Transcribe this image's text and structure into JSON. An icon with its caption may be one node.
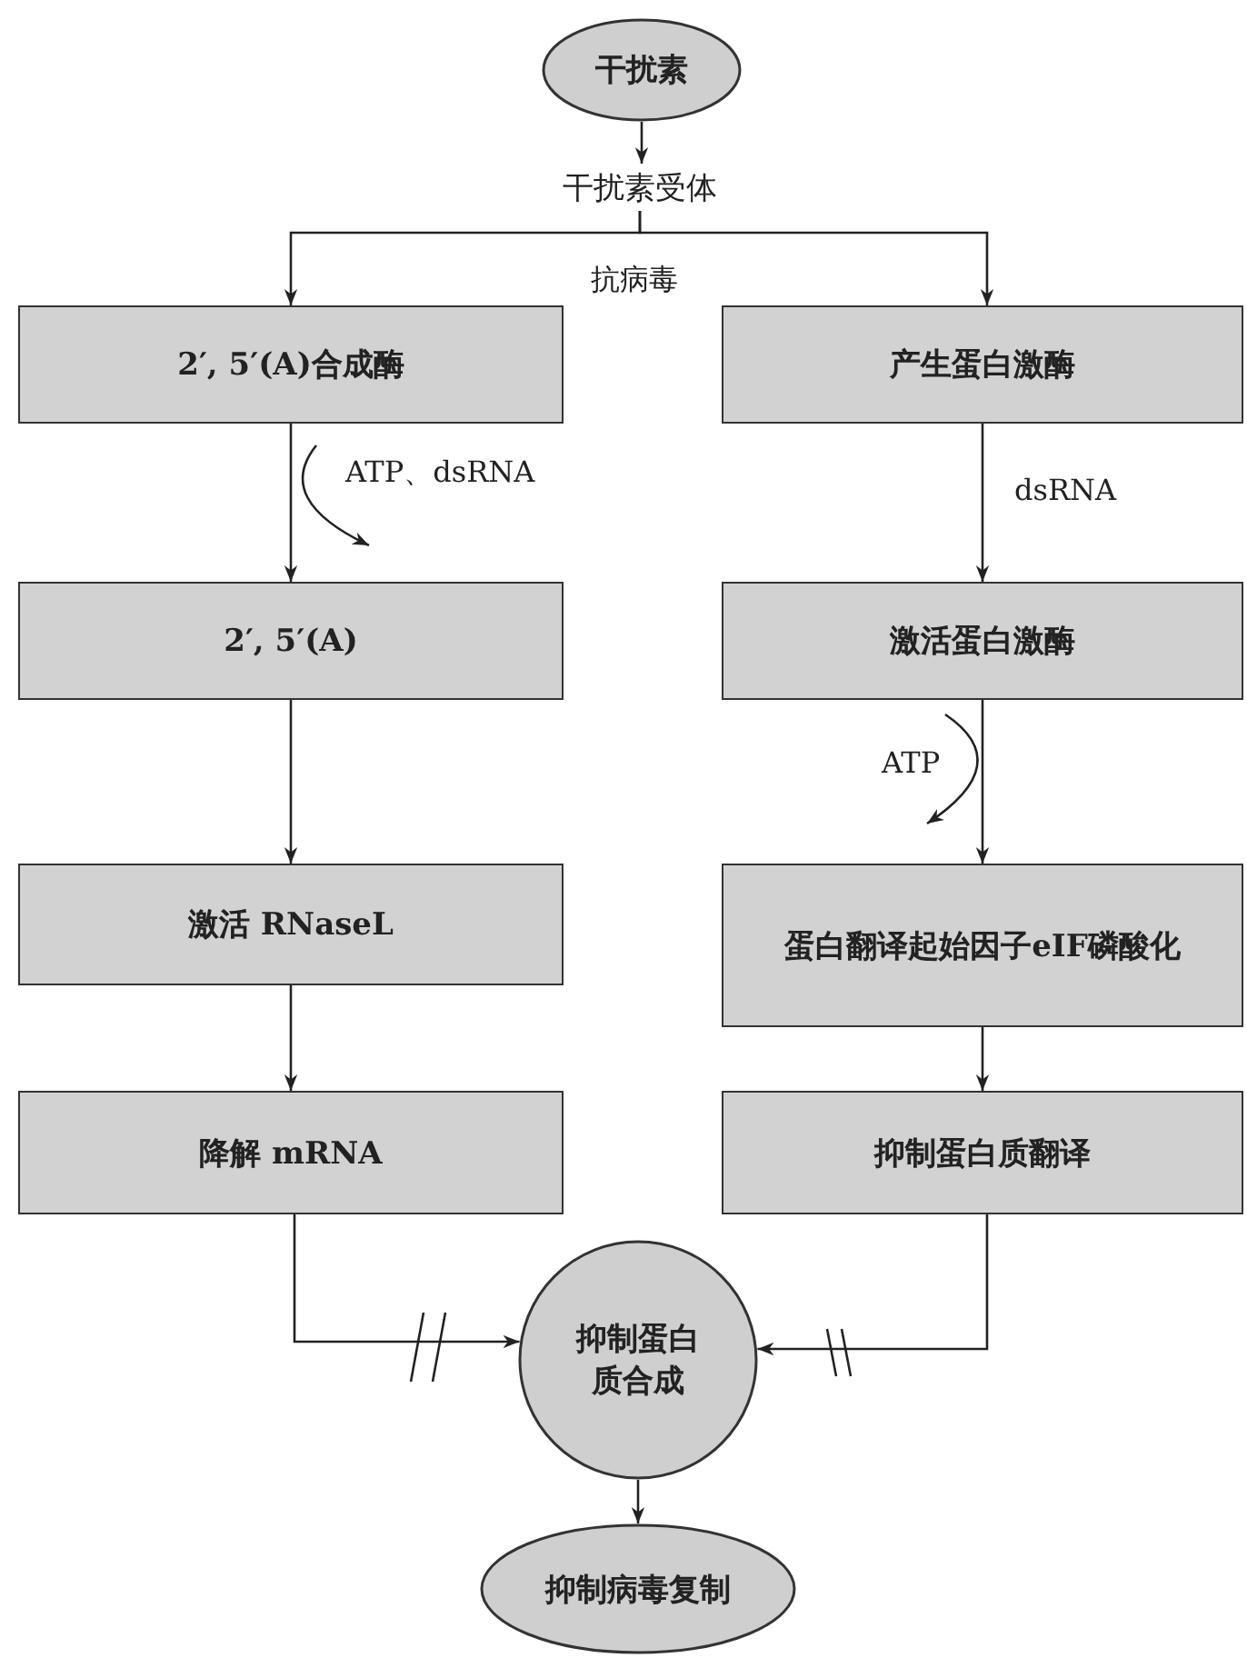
{
  "diagram": {
    "nodes": [
      {
        "text": [
          "干扰素"
        ]
      },
      {
        "text": [
          "干扰素受体"
        ]
      },
      {
        "text": [
          "2′, 5′(A)合成酶"
        ]
      },
      {
        "text": [
          "产生蛋白激酶"
        ]
      },
      {
        "text": [
          "2′, 5′(A)"
        ]
      },
      {
        "text": [
          "激活蛋白激酶"
        ]
      },
      {
        "text": [
          "激活 RNaseL"
        ]
      },
      {
        "text": [
          "蛋白翻译起始因子eIF磷酸化"
        ]
      },
      {
        "text": [
          "降解 mRNA"
        ]
      },
      {
        "text": [
          "抑制蛋白质翻译"
        ]
      },
      {
        "text": [
          "抑制蛋白质合成"
        ]
      },
      {
        "text": [
          "抑制病毒复制"
        ]
      }
    ],
    "edges": [
      {
        "from": 0,
        "to": 1,
        "arrow": "to"
      },
      {
        "from": 1,
        "to": 2,
        "arrow": "to"
      },
      {
        "from": 1,
        "to": 3,
        "arrow": "to"
      },
      {
        "from": 2,
        "to": 4,
        "arrow": "to",
        "label": "ATP、dsRNA"
      },
      {
        "from": 3,
        "to": 5,
        "arrow": "to",
        "label": "dsRNA"
      },
      {
        "from": 4,
        "to": 6,
        "arrow": "to"
      },
      {
        "from": 5,
        "to": 7,
        "arrow": "to",
        "label": "ATP"
      },
      {
        "from": 6,
        "to": 8,
        "arrow": "to"
      },
      {
        "from": 7,
        "to": 9,
        "arrow": "to"
      },
      {
        "from": 8,
        "to": 10,
        "arrow": "to"
      },
      {
        "from": 9,
        "to": 10,
        "arrow": "to"
      },
      {
        "from": 10,
        "to": 11,
        "arrow": "to"
      }
    ],
    "labels": [
      "抗病毒"
    ]
  }
}
